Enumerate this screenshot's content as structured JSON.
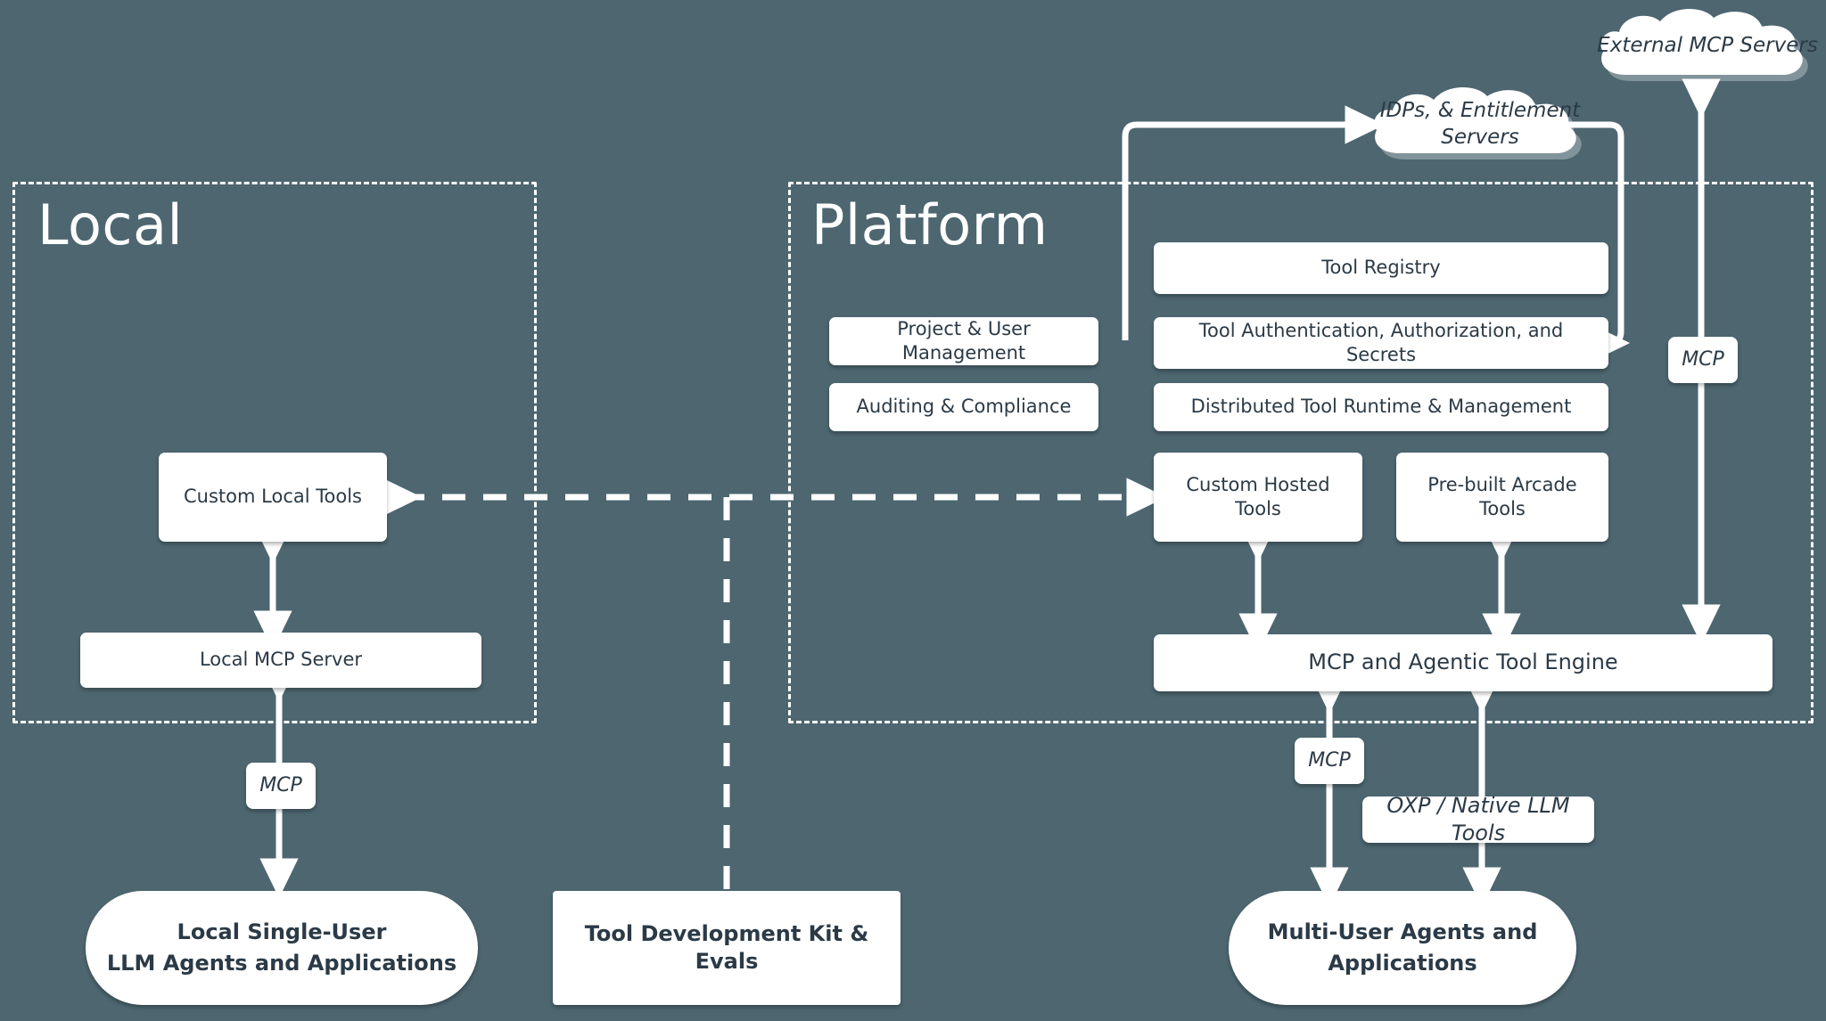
{
  "diagram": {
    "background_color": "#4d6670",
    "node_fill": "#ffffff",
    "node_text_color": "#2b3a46",
    "stroke_color": "#ffffff"
  },
  "zones": [
    {
      "id": "local",
      "title": "Local"
    },
    {
      "id": "platform",
      "title": "Platform"
    }
  ],
  "clouds": [
    {
      "id": "external-mcp-servers",
      "label": "External MCP Servers"
    },
    {
      "id": "idps-entitlement-servers",
      "label": "IDPs, & Entitlement\nServers",
      "line1": "IDPs, & Entitlement",
      "line2": "Servers"
    }
  ],
  "local_section": {
    "custom_local_tools": "Custom Local Tools",
    "local_mcp_server": "Local MCP Server",
    "mcp_tag": "MCP",
    "agents_line1": "Local Single-User",
    "agents_line2": "LLM Agents and Applications"
  },
  "middle_section": {
    "tool_development_kit": "Tool Development Kit & Evals"
  },
  "platform_section": {
    "project_user_management": "Project & User Management",
    "auditing_compliance": "Auditing & Compliance",
    "tool_registry": "Tool Registry",
    "tool_auth": "Tool Authentication, Authorization, and Secrets",
    "distributed_runtime": "Distributed Tool Runtime & Management",
    "custom_hosted_tools": "Custom Hosted Tools",
    "prebuilt_arcade_tools": "Pre-built Arcade Tools",
    "mcp_engine": "MCP and Agentic Tool Engine",
    "mcp_tag_engine": "MCP",
    "mcp_tag_external": "MCP",
    "oxp_native_llm_tools": "OXP / Native LLM Tools",
    "agents_line1": "Multi-User Agents and",
    "agents_line2": "Applications"
  }
}
